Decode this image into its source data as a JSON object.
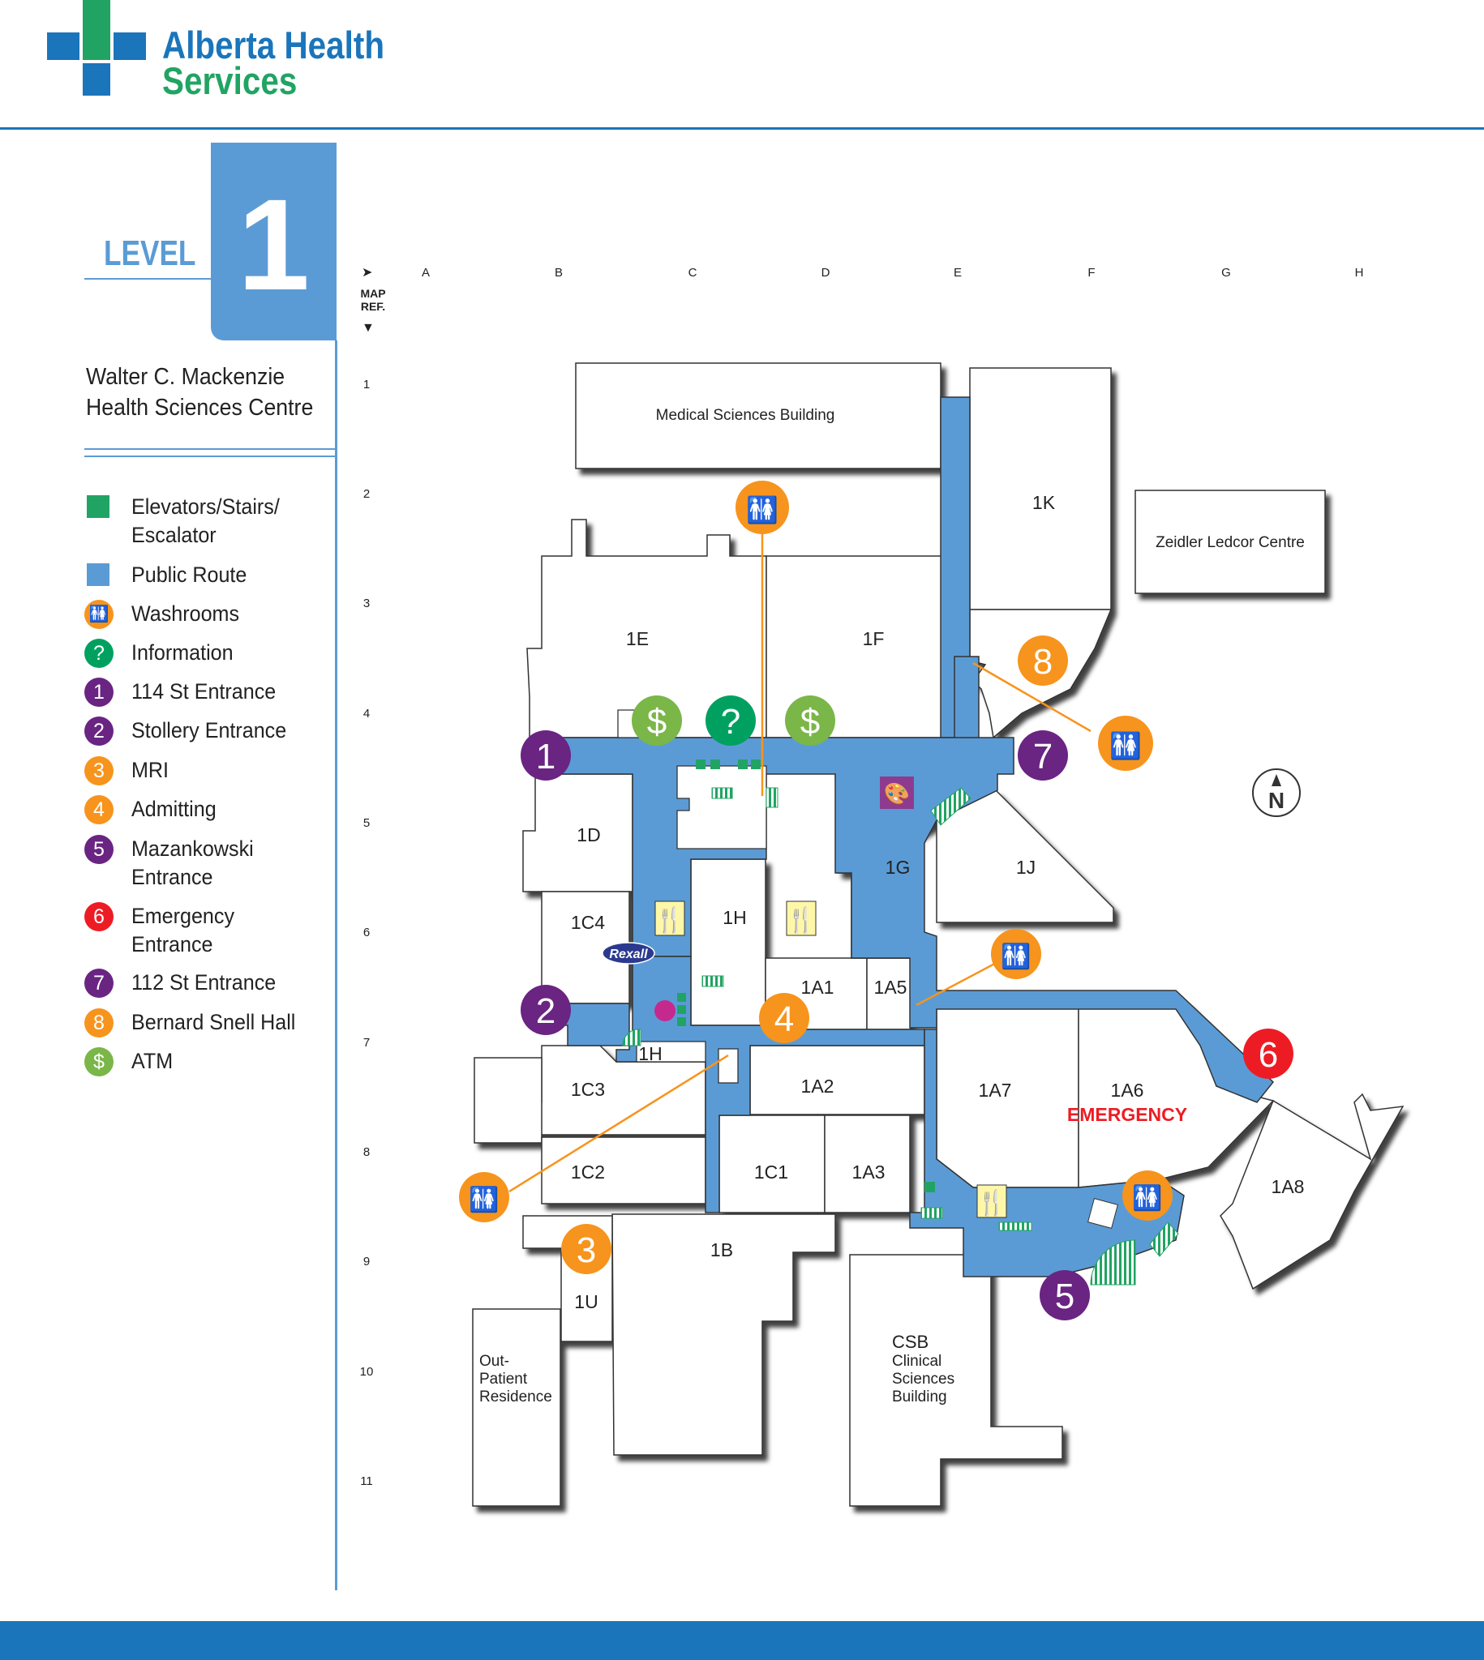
{
  "header": {
    "brand_line1": "Alberta Health",
    "brand_line2": "Services"
  },
  "level": {
    "word": "LEVEL",
    "number": "1"
  },
  "facility": {
    "line1": "Walter C. Mackenzie",
    "line2": "Health Sciences Centre"
  },
  "legend": [
    {
      "symbol": "",
      "kind": "square",
      "color": "#21a463",
      "label": "Elevators/Stairs/",
      "label2": "Escalator"
    },
    {
      "symbol": "",
      "kind": "square",
      "color": "#5b9bd5",
      "label": "Public Route",
      "label2": ""
    },
    {
      "symbol": "washroom-icon",
      "kind": "circle",
      "color": "#f7941d",
      "label": "Washrooms",
      "label2": ""
    },
    {
      "symbol": "?",
      "kind": "circle",
      "color": "#00a160",
      "label": "Information",
      "label2": ""
    },
    {
      "symbol": "1",
      "kind": "circle",
      "color": "#6a2482",
      "label": "114 St Entrance",
      "label2": ""
    },
    {
      "symbol": "2",
      "kind": "circle",
      "color": "#6a2482",
      "label": "Stollery Entrance",
      "label2": ""
    },
    {
      "symbol": "3",
      "kind": "circle",
      "color": "#f7941d",
      "label": "MRI",
      "label2": ""
    },
    {
      "symbol": "4",
      "kind": "circle",
      "color": "#f7941d",
      "label": "Admitting",
      "label2": ""
    },
    {
      "symbol": "5",
      "kind": "circle",
      "color": "#6a2482",
      "label": "Mazankowski",
      "label2": "Entrance"
    },
    {
      "symbol": "6",
      "kind": "circle",
      "color": "#ed1c24",
      "label": "Emergency",
      "label2": "Entrance"
    },
    {
      "symbol": "7",
      "kind": "circle",
      "color": "#6a2482",
      "label": "112 St Entrance",
      "label2": ""
    },
    {
      "symbol": "8",
      "kind": "circle",
      "color": "#f7941d",
      "label": "Bernard Snell Hall",
      "label2": ""
    },
    {
      "symbol": "$",
      "kind": "circle",
      "color": "#7ab648",
      "label": "ATM",
      "label2": ""
    }
  ],
  "grid": {
    "map_ref_line1": "MAP",
    "map_ref_line2": "REF.",
    "columns": [
      "A",
      "B",
      "C",
      "D",
      "E",
      "F",
      "G",
      "H"
    ],
    "rows": [
      "1",
      "2",
      "3",
      "4",
      "5",
      "6",
      "7",
      "8",
      "9",
      "10",
      "11"
    ]
  },
  "buildings": {
    "medical_sciences": "Medical Sciences Building",
    "zeidler": "Zeidler Ledcor Centre",
    "out_patient": [
      "Out-",
      "Patient",
      "Residence"
    ],
    "csb_code": "CSB",
    "csb_name": [
      "Clinical",
      "Sciences",
      "Building"
    ],
    "emergency": "EMERGENCY"
  },
  "rooms": {
    "r1E": "1E",
    "r1F": "1F",
    "r1K": "1K",
    "r1D": "1D",
    "r1C4": "1C4",
    "r1H": "1H",
    "r1H_small": "1H",
    "r1G": "1G",
    "r1J": "1J",
    "r1A1": "1A1",
    "r1A5": "1A5",
    "r1C3": "1C3",
    "r1A2": "1A2",
    "r1A7": "1A7",
    "r1A6": "1A6",
    "r1C2": "1C2",
    "r1C1": "1C1",
    "r1A3": "1A3",
    "r1A8": "1A8",
    "r1B": "1B",
    "r1U": "1U"
  },
  "markers": {
    "entrance_114": "1",
    "entrance_stollery": "2",
    "mri": "3",
    "admitting": "4",
    "entrance_mazankowski": "5",
    "entrance_emergency": "6",
    "entrance_112": "7",
    "bernard_snell": "8",
    "atm": "$",
    "info": "?",
    "pharmacy": "Rexall",
    "north": "N"
  },
  "colors": {
    "brand_blue": "#1a75bb",
    "brand_green": "#21a463",
    "route_blue": "#5b9bd5",
    "elevator_green": "#21a463",
    "washroom_orange": "#f7941d",
    "entrance_purple": "#6a2482",
    "emergency_red": "#ed1c24",
    "atm_green": "#7ab648",
    "info_green": "#00a160"
  }
}
